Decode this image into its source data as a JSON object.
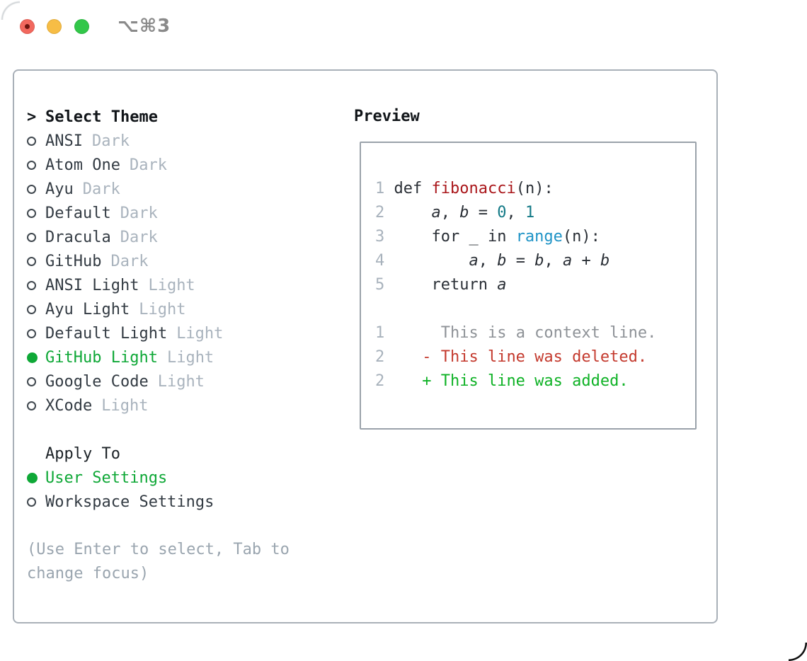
{
  "colors": {
    "green": "#0fa837",
    "menu_text": "#333b43",
    "header_text": "#111519",
    "muted": "#a9b3bd",
    "hint": "#9aa5af",
    "panel_border": "#a9b0b8",
    "preview_border": "#9aa2aa",
    "code_text": "#2a2f36",
    "line_number": "#a8b2bc",
    "func_red": "#aa171b",
    "number_teal": "#127986",
    "builtin_blue": "#1e93c6",
    "context_gray": "#8e9297",
    "deleted_red": "#c43a2e",
    "added_green": "#0fb226",
    "traffic_red": "#f2685e",
    "traffic_red_dot": "#6d150f",
    "traffic_yellow": "#f7bd45",
    "traffic_green": "#32c749",
    "titlebar_text": "#8a8a8a"
  },
  "titlebar": {
    "shortcut": "⌥⌘3"
  },
  "theme_menu": {
    "header_prefix": ">",
    "header": "Select Theme",
    "items": [
      {
        "name": "ANSI",
        "variant": "Dark",
        "selected": false
      },
      {
        "name": "Atom One",
        "variant": "Dark",
        "selected": false
      },
      {
        "name": "Ayu",
        "variant": "Dark",
        "selected": false
      },
      {
        "name": "Default",
        "variant": "Dark",
        "selected": false
      },
      {
        "name": "Dracula",
        "variant": "Dark",
        "selected": false
      },
      {
        "name": "GitHub",
        "variant": "Dark",
        "selected": false
      },
      {
        "name": "ANSI Light",
        "variant": "Light",
        "selected": false
      },
      {
        "name": "Ayu Light",
        "variant": "Light",
        "selected": false
      },
      {
        "name": "Default Light",
        "variant": "Light",
        "selected": false
      },
      {
        "name": "GitHub Light",
        "variant": "Light",
        "selected": true
      },
      {
        "name": "Google Code",
        "variant": "Light",
        "selected": false
      },
      {
        "name": "XCode",
        "variant": "Light",
        "selected": false
      }
    ]
  },
  "apply_to": {
    "header": "Apply To",
    "options": [
      {
        "name": "User Settings",
        "selected": true
      },
      {
        "name": "Workspace Settings",
        "selected": false
      }
    ]
  },
  "hint_lines": [
    "(Use Enter to select, Tab to",
    "change focus)"
  ],
  "preview": {
    "header": "Preview",
    "lines": [
      {
        "segs": [
          [
            "1 ",
            "num"
          ],
          [
            "def ",
            "t"
          ],
          [
            "fibonacci",
            "fn"
          ],
          [
            "(n):",
            "t"
          ]
        ]
      },
      {
        "segs": [
          [
            "2 ",
            "num"
          ],
          [
            "    ",
            "t"
          ],
          [
            "a",
            "var"
          ],
          [
            ", ",
            "t"
          ],
          [
            "b",
            "var"
          ],
          [
            " = ",
            "t"
          ],
          [
            "0",
            "teal"
          ],
          [
            ", ",
            "t"
          ],
          [
            "1",
            "teal"
          ]
        ]
      },
      {
        "segs": [
          [
            "3 ",
            "num"
          ],
          [
            "    for _ in ",
            "t"
          ],
          [
            "range",
            "blue"
          ],
          [
            "(n):",
            "t"
          ]
        ]
      },
      {
        "segs": [
          [
            "4 ",
            "num"
          ],
          [
            "        ",
            "t"
          ],
          [
            "a",
            "var"
          ],
          [
            ", ",
            "t"
          ],
          [
            "b",
            "var"
          ],
          [
            " = ",
            "t"
          ],
          [
            "b",
            "var"
          ],
          [
            ", ",
            "t"
          ],
          [
            "a",
            "var"
          ],
          [
            " + ",
            "t"
          ],
          [
            "b",
            "var"
          ]
        ]
      },
      {
        "segs": [
          [
            "5 ",
            "num"
          ],
          [
            "    return ",
            "t"
          ],
          [
            "a",
            "var"
          ]
        ]
      },
      {
        "segs": []
      },
      {
        "segs": [
          [
            "1",
            "num"
          ],
          [
            "      ",
            "t"
          ],
          [
            "This is a context line.",
            "ctx"
          ]
        ]
      },
      {
        "segs": [
          [
            "2",
            "num"
          ],
          [
            "    ",
            "t"
          ],
          [
            "- This line was deleted.",
            "del"
          ]
        ]
      },
      {
        "segs": [
          [
            "2",
            "num"
          ],
          [
            "    ",
            "t"
          ],
          [
            "+ This line was added.",
            "add"
          ]
        ]
      }
    ]
  }
}
